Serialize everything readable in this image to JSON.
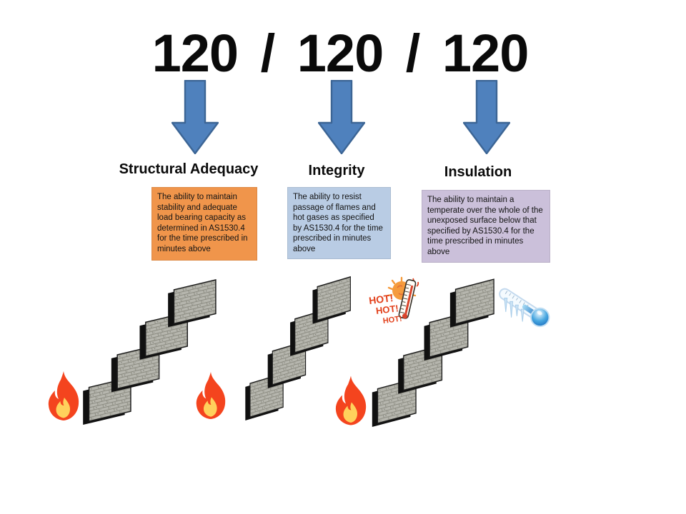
{
  "slide": {
    "title": "120 / 120 / 120"
  },
  "columns": [
    {
      "heading": "Structural Adequacy",
      "description": "The ability to maintain stability and adequate load bearing capacity as determined in AS1530.4 for the time prescribed in minutes above",
      "box_color": "#F0954B"
    },
    {
      "heading": "Integrity",
      "description": "The ability to resist passage of flames and hot gases as specified by AS1530.4 for the time prescribed in minutes above",
      "box_color": "#B9CCE4"
    },
    {
      "heading": "Insulation",
      "description": "The ability to maintain a temperate over the whole of the unexposed surface below that specified by AS1530.4 for the time prescribed in minutes above",
      "box_color": "#CBC0DA"
    }
  ],
  "hot_graphic": {
    "labels": [
      "HOT!",
      "HOT!",
      "HOT!"
    ]
  },
  "colors": {
    "arrow_fill": "#4F81BD",
    "arrow_border": "#3C6595",
    "title_text": "#0A0A0A",
    "flame_outer": "#F4441E",
    "flame_inner": "#FFD15C",
    "brick_gray": "#B6B6AE"
  },
  "icons": {
    "arrow": "down-arrow-icon",
    "wall": "brick-wall-graphic",
    "fire": "fire-icon",
    "hot": "hot-thermometer-icon",
    "cold": "frozen-thermometer-icon"
  }
}
